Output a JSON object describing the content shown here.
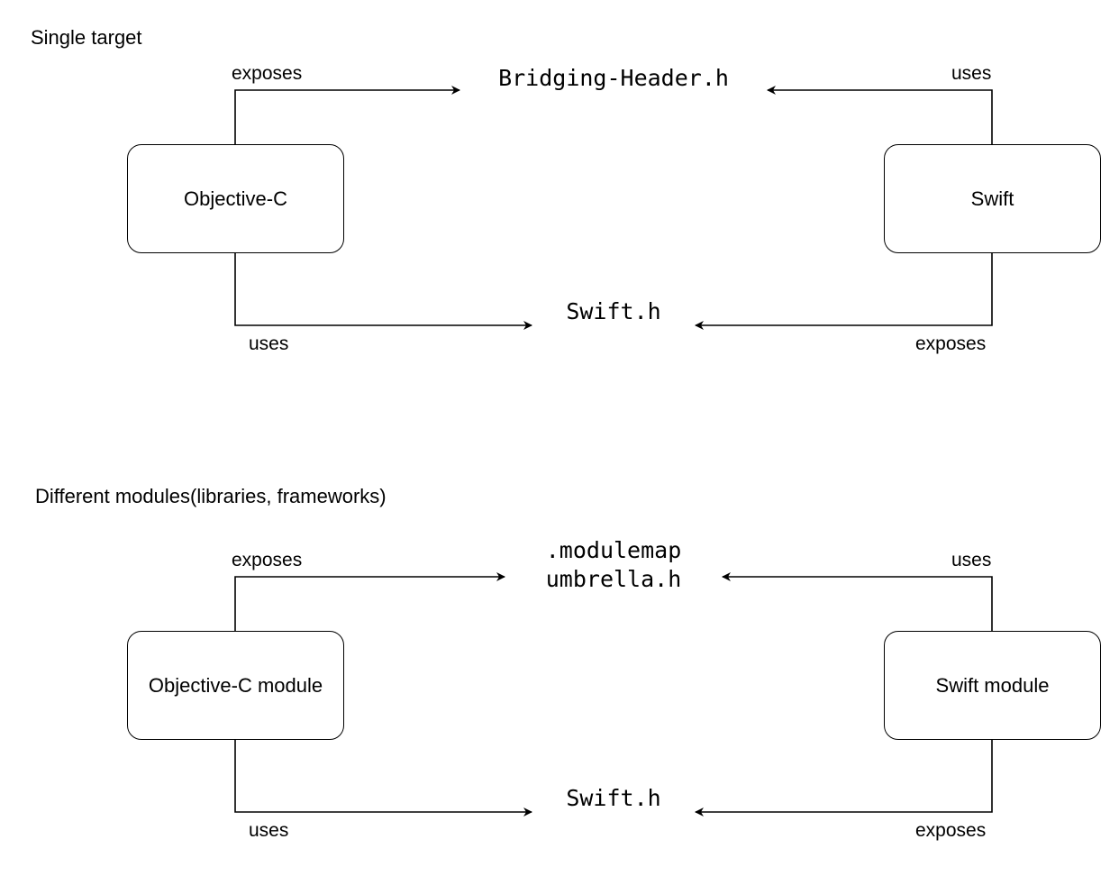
{
  "colors": {
    "line": "#000000",
    "background": "#ffffff",
    "box_border": "#000000"
  },
  "single_target": {
    "heading": "Single target",
    "objc_box": "Objective-C",
    "swift_box": "Swift",
    "top_file": "Bridging-Header.h",
    "bottom_file": "Swift.h",
    "objc_top_edge": "exposes",
    "objc_bottom_edge": "uses",
    "swift_top_edge": "uses",
    "swift_bottom_edge": "exposes"
  },
  "modules": {
    "heading": "Different modules(libraries, frameworks)",
    "objc_box": "Objective-C module",
    "swift_box": "Swift module",
    "top_file_lines": [
      ".modulemap",
      "umbrella.h"
    ],
    "bottom_file": "Swift.h",
    "objc_top_edge": "exposes",
    "objc_bottom_edge": "uses",
    "swift_top_edge": "uses",
    "swift_bottom_edge": "exposes"
  }
}
